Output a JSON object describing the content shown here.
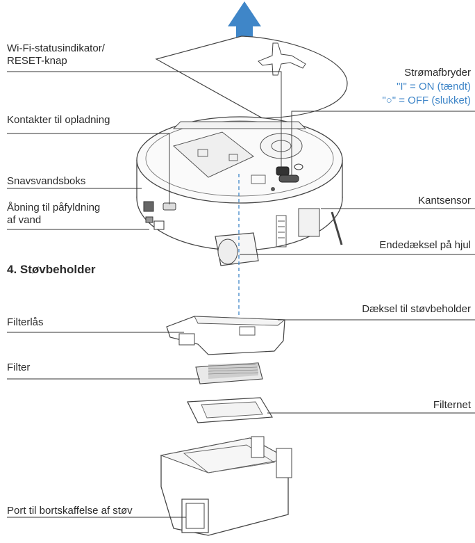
{
  "labels": {
    "wifi_line1": "Wi-Fi-statusindikator/",
    "wifi_line2": "RESET-knap",
    "power_switch": "Strømafbryder",
    "power_on": "\"I\" = ON (tændt)",
    "power_off": "\"○\" = OFF (slukket)",
    "charging_contacts": "Kontakter til opladning",
    "dirty_water_box": "Snavsvandsboks",
    "fill_opening_line1": "Åbning til påfyldning",
    "fill_opening_line2": "af vand",
    "edge_sensor": "Kantsensor",
    "wheel_end_cover": "Endedæksel på hjul",
    "section_heading": "4. Støvbeholder",
    "dustbin_cover": "Dæksel til støvbeholder",
    "filter_lock": "Filterlås",
    "filter": "Filter",
    "filter_net": "Filternet",
    "dust_port": "Port til bortskaffelse af støv"
  },
  "colors": {
    "arrow": "#3f86c8",
    "accent_text": "#3f86c8",
    "line": "#333333",
    "dashed": "#3f86c8"
  }
}
